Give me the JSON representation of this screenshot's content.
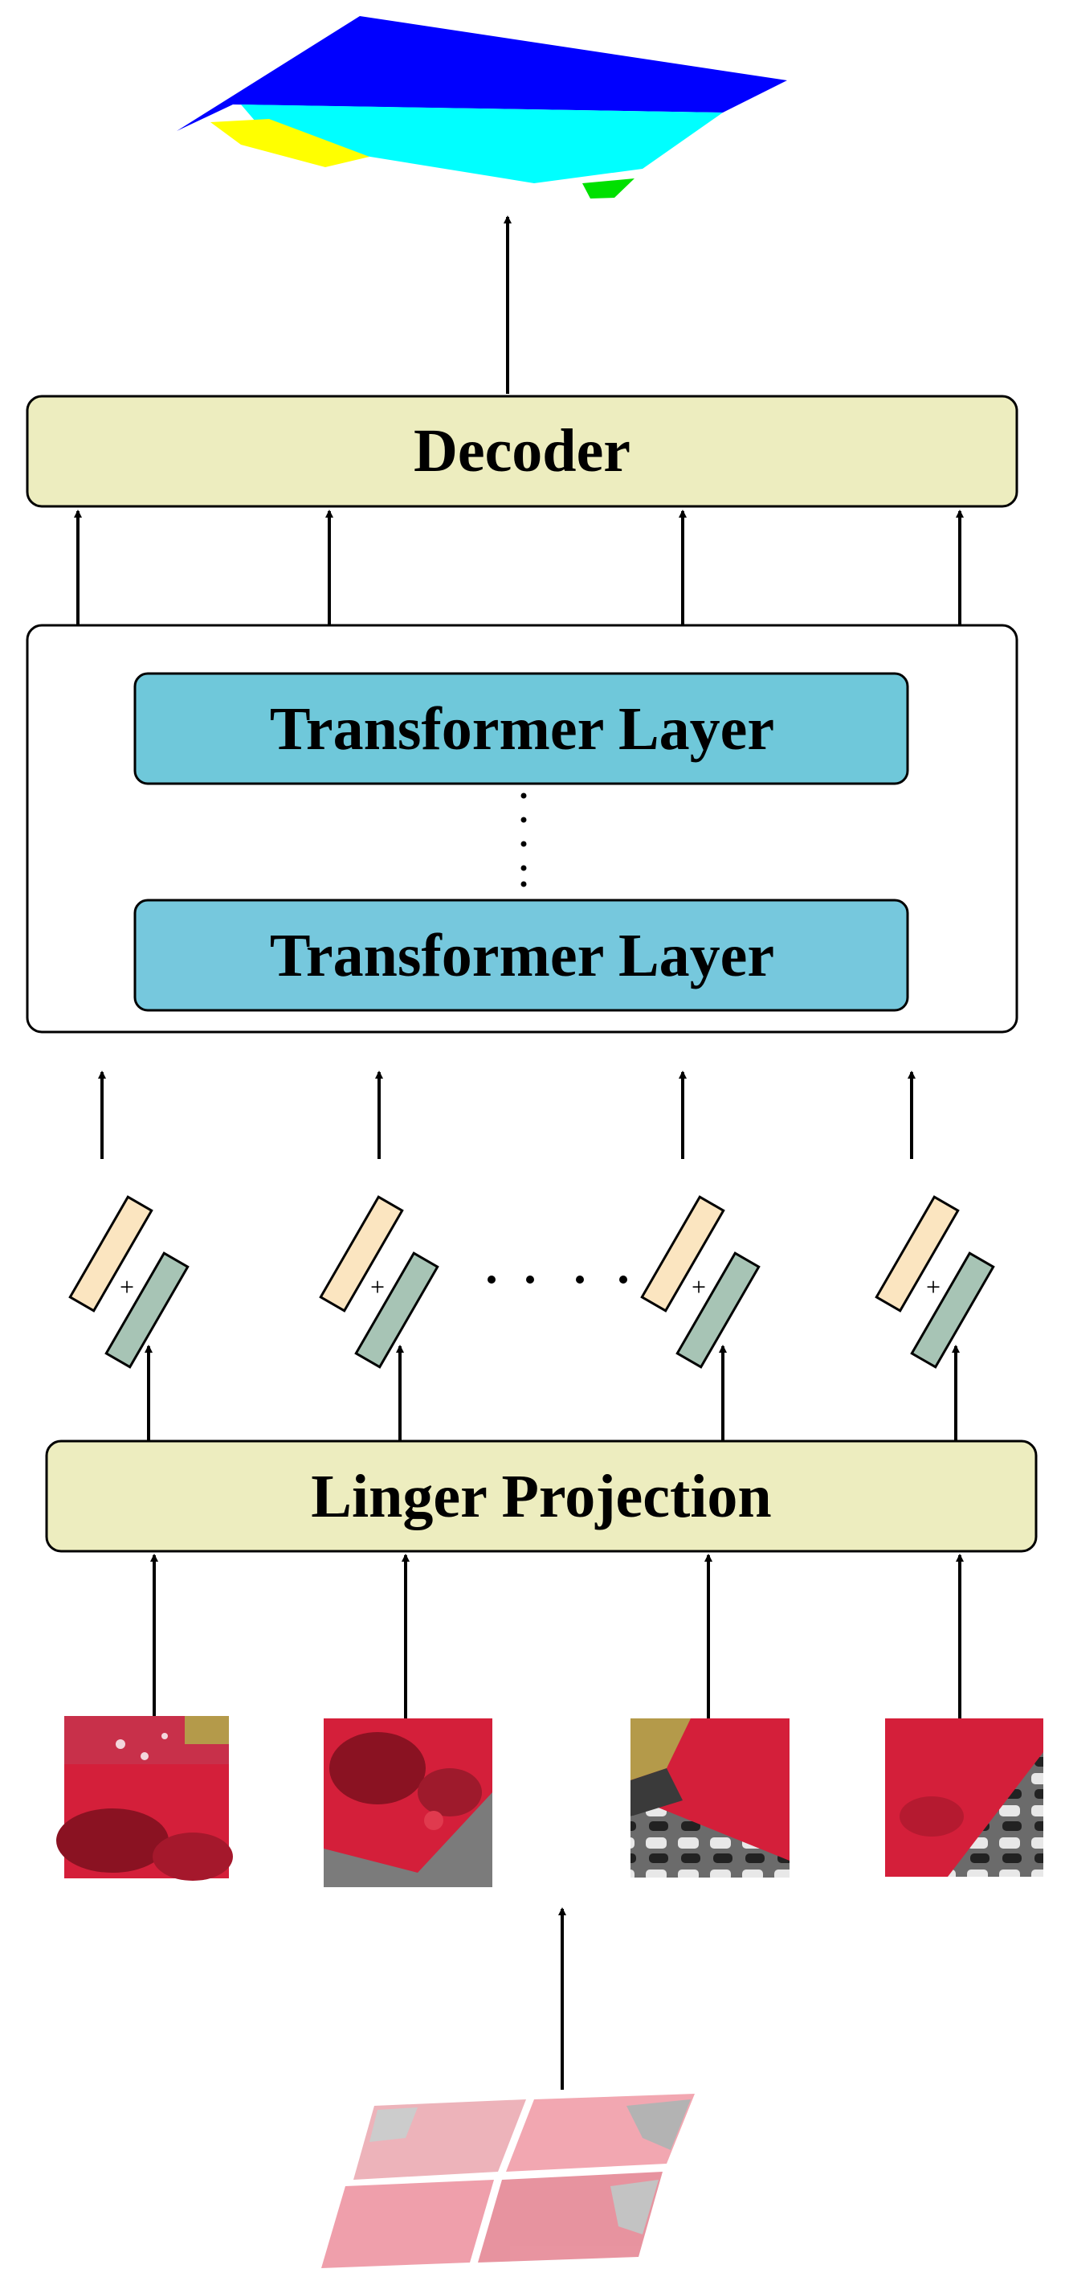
{
  "decoder": {
    "label": "Decoder"
  },
  "transformer_block": {
    "layers": [
      {
        "label": "Transformer Layer"
      },
      {
        "label": "Transformer Layer"
      }
    ]
  },
  "projection": {
    "label": "Linger Projection"
  },
  "embedding_plus_symbol": "+",
  "colors": {
    "decoder_fill": "#ededbf",
    "projection_fill": "#ededbf",
    "transformer_fill": "#6fc8da",
    "position_embedding_fill": "#fbe5c0",
    "patch_embedding_fill": "#a7c4b5",
    "segmentation_blue": "#0000ff",
    "segmentation_cyan": "#00ffff",
    "segmentation_yellow": "#ffff00",
    "segmentation_green": "#00ff00",
    "infrared_red": "#e0203a",
    "pavement_gray": "#8a8a8a"
  }
}
